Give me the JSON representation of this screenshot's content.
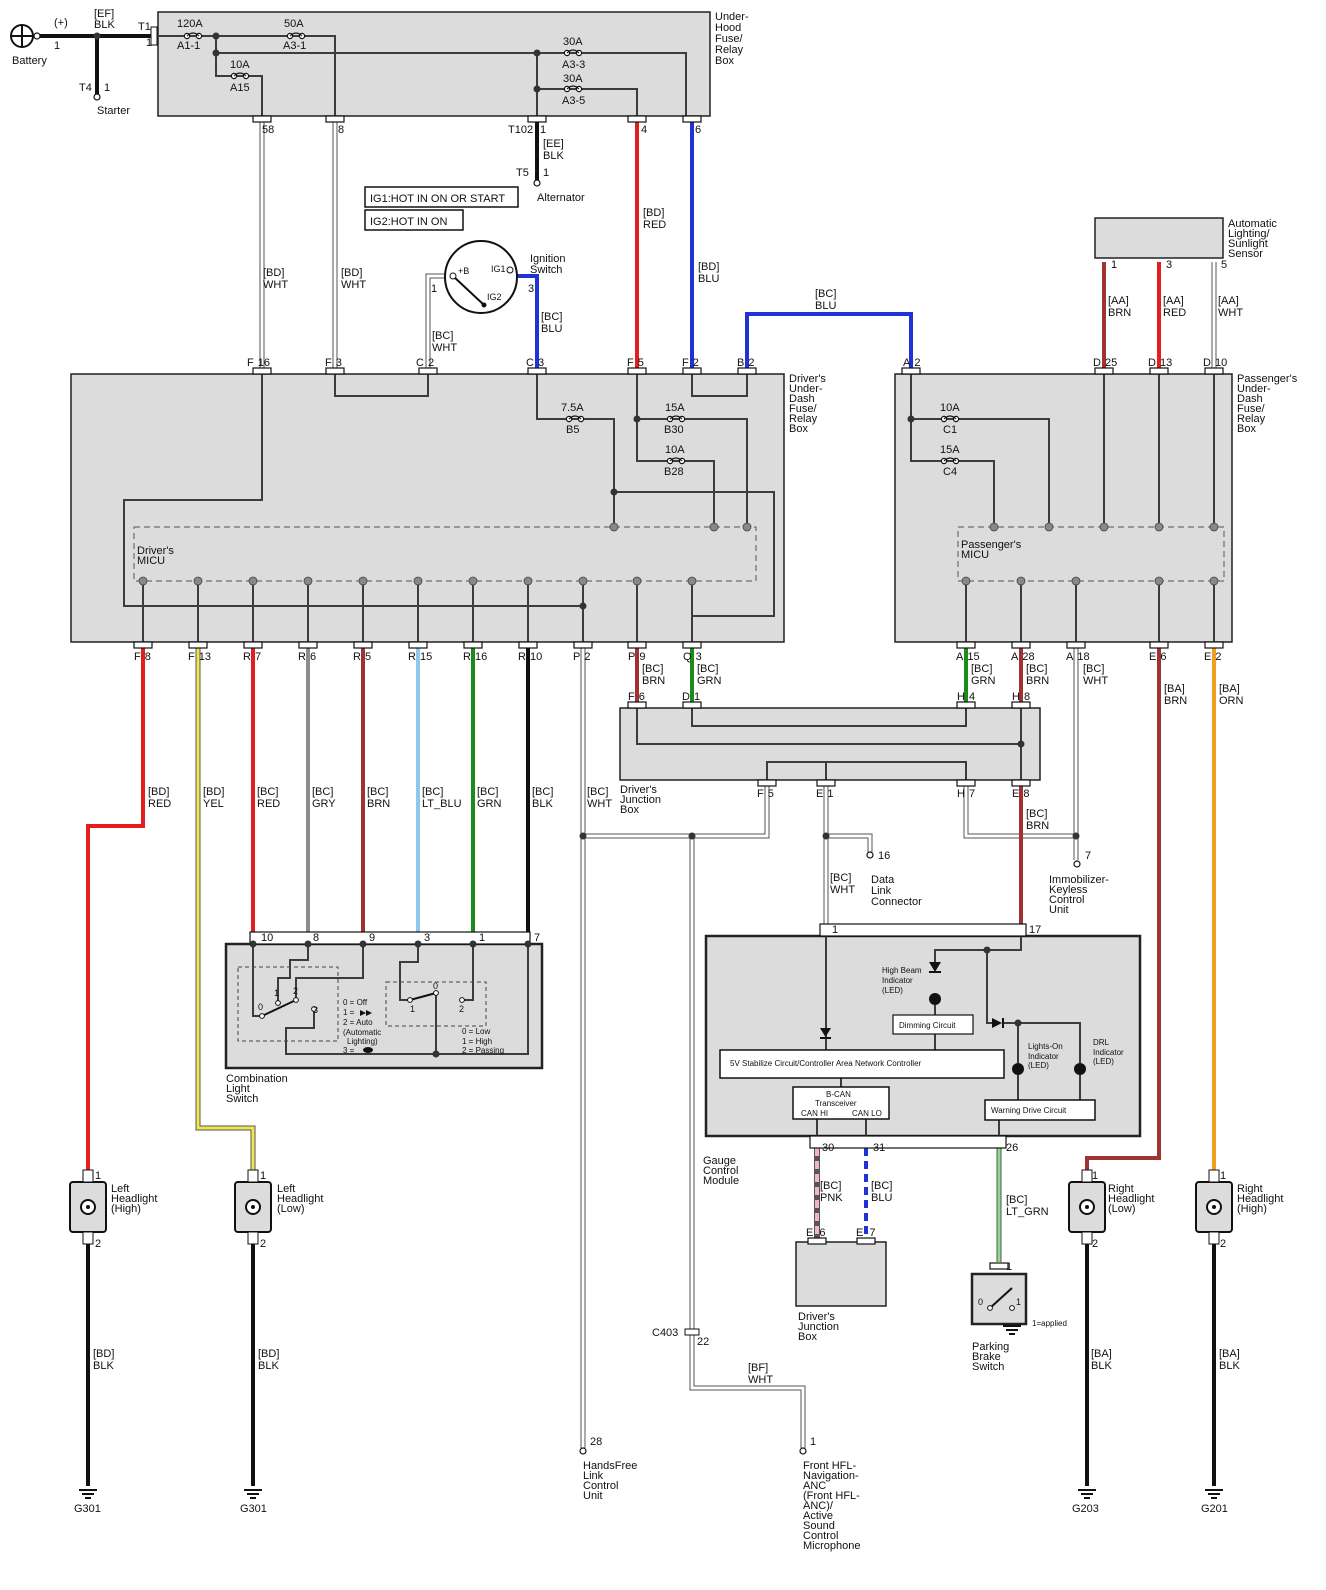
{
  "colors": {
    "RED": "#e41e1e",
    "BLU": "#1e32d8",
    "GRN": "#1a8c1a",
    "BRN": "#a03232",
    "YEL": "#f0e650",
    "GRY": "#8c8c8c",
    "LT_BLU": "#8ec8ea",
    "BLK": "#111111",
    "WHT": "#ffffff",
    "ORN": "#f0a020",
    "PNK": "#f4b4c8",
    "LT_GRN": "#8edc8e",
    "box_fill": "#dcdcdc"
  },
  "legend": {
    "ig1": "IG1:HOT IN ON OR START",
    "ig2": "IG2:HOT IN ON"
  },
  "battery": {
    "label": "Battery",
    "plus": "(+)",
    "pin": "1",
    "wire": [
      "[EF]",
      "BLK"
    ]
  },
  "starter": {
    "label": "Starter",
    "conn": "T4",
    "pin": "1"
  },
  "underhood": {
    "label": [
      "Under-",
      "Hood",
      "Fuse/",
      "Relay",
      "Box"
    ],
    "input": {
      "conn": "T1",
      "pin": "1"
    },
    "fuses": [
      {
        "amps": "120A",
        "id": "A1-1"
      },
      {
        "amps": "50A",
        "id": "A3-1"
      },
      {
        "amps": "10A",
        "id": "A15"
      },
      {
        "amps": "30A",
        "id": "A3-3"
      },
      {
        "amps": "30A",
        "id": "A3-5"
      }
    ],
    "pins": [
      "58",
      "8",
      "1",
      "4",
      "6"
    ],
    "t102": "T102"
  },
  "alternator": {
    "label": "Alternator",
    "conn": "T5",
    "pin": "1",
    "wire": [
      "[EE]",
      "BLK"
    ]
  },
  "ignition": {
    "label": [
      "Ignition",
      "Switch"
    ],
    "b": "+B",
    "ig1": "IG1",
    "ig2": "IG2",
    "pin1": "1",
    "pin3": "3"
  },
  "auto_sensor": {
    "label": [
      "Automatic",
      "Lighting/",
      "Sunlight",
      "Sensor"
    ],
    "pins": [
      "1",
      "3",
      "5"
    ]
  },
  "driver_box": {
    "label": [
      "Driver's",
      "Under-",
      "Dash",
      "Fuse/",
      "Relay",
      "Box"
    ],
    "micu": [
      "Driver's",
      "MICU"
    ],
    "top_pins": [
      {
        "conn": "F",
        "num": "16"
      },
      {
        "conn": "F",
        "num": "3"
      },
      {
        "conn": "C",
        "num": "2"
      },
      {
        "conn": "C",
        "num": "3"
      },
      {
        "conn": "F",
        "num": "5"
      },
      {
        "conn": "F",
        "num": "2"
      },
      {
        "conn": "B",
        "num": "2"
      }
    ],
    "fuses": [
      {
        "amps": "7.5A",
        "id": "B5"
      },
      {
        "amps": "15A",
        "id": "B30"
      },
      {
        "amps": "10A",
        "id": "B28"
      }
    ],
    "bottom_pins": [
      {
        "conn": "F",
        "num": "8"
      },
      {
        "conn": "F",
        "num": "13"
      },
      {
        "conn": "R",
        "num": "7"
      },
      {
        "conn": "R",
        "num": "6"
      },
      {
        "conn": "R",
        "num": "5"
      },
      {
        "conn": "R",
        "num": "15"
      },
      {
        "conn": "R",
        "num": "16"
      },
      {
        "conn": "R",
        "num": "10"
      },
      {
        "conn": "P",
        "num": "2"
      },
      {
        "conn": "P",
        "num": "9"
      },
      {
        "conn": "Q",
        "num": "3"
      }
    ]
  },
  "passenger_box": {
    "label": [
      "Passenger's",
      "Under-",
      "Dash",
      "Fuse/",
      "Relay",
      "Box"
    ],
    "micu": [
      "Passenger's",
      "MICU"
    ],
    "top_pins": [
      {
        "conn": "A",
        "num": "2"
      },
      {
        "conn": "D",
        "num": "25"
      },
      {
        "conn": "D",
        "num": "13"
      },
      {
        "conn": "D",
        "num": "10"
      }
    ],
    "fuses": [
      {
        "amps": "10A",
        "id": "C1"
      },
      {
        "amps": "15A",
        "id": "C4"
      }
    ],
    "bottom_pins": [
      {
        "conn": "A",
        "num": "15"
      },
      {
        "conn": "A",
        "num": "28"
      },
      {
        "conn": "A",
        "num": "18"
      },
      {
        "conn": "E",
        "num": "6"
      },
      {
        "conn": "E",
        "num": "2"
      }
    ]
  },
  "wires": {
    "w58": [
      "[BD]",
      "WHT"
    ],
    "w8": [
      "[BD]",
      "WHT"
    ],
    "w4": [
      "[BD]",
      "RED"
    ],
    "w6": [
      "[BD]",
      "BLU"
    ],
    "ign1": [
      "[BC]",
      "WHT"
    ],
    "ign3": [
      "[BC]",
      "BLU"
    ],
    "b2a2": [
      "[BC]",
      "BLU"
    ],
    "s1": [
      "[AA]",
      "BRN"
    ],
    "s3": [
      "[AA]",
      "RED"
    ],
    "s5": [
      "[AA]",
      "WHT"
    ],
    "f8": [
      "[BD]",
      "RED"
    ],
    "f13": [
      "[BD]",
      "YEL"
    ],
    "r7": [
      "[BC]",
      "RED"
    ],
    "r6": [
      "[BC]",
      "GRY"
    ],
    "r5": [
      "[BC]",
      "BRN"
    ],
    "r15": [
      "[BC]",
      "LT_BLU"
    ],
    "r16": [
      "[BC]",
      "GRN"
    ],
    "r10": [
      "[BC]",
      "BLK"
    ],
    "p2": [
      "[BC]",
      "WHT"
    ],
    "p9": [
      "[BC]",
      "BRN"
    ],
    "q3": [
      "[BC]",
      "GRN"
    ],
    "a15": [
      "[BC]",
      "GRN"
    ],
    "a28": [
      "[BC]",
      "BRN"
    ],
    "a18": [
      "[BC]",
      "WHT"
    ],
    "e6": [
      "[BA]",
      "BRN"
    ],
    "e2": [
      "[BA]",
      "ORN"
    ],
    "e1": [
      "[BC]",
      "WHT"
    ],
    "e8": [
      "[BC]",
      "BRN"
    ],
    "p30": [
      "[BC]",
      "PNK"
    ],
    "p31": [
      "[BC]",
      "BLU"
    ],
    "p26": [
      "[BC]",
      "LT_GRN"
    ],
    "bf": [
      "[BF]",
      "WHT"
    ],
    "g1": [
      "[BD]",
      "BLK"
    ],
    "g2": [
      "[BD]",
      "BLK"
    ],
    "g3": [
      "[BA]",
      "BLK"
    ],
    "g4": [
      "[BA]",
      "BLK"
    ]
  },
  "djb": {
    "label": [
      "Driver's",
      "Junction",
      "Box"
    ],
    "top_pins": [
      {
        "conn": "F",
        "num": "6"
      },
      {
        "conn": "D",
        "num": "1"
      },
      {
        "conn": "H",
        "num": "4"
      },
      {
        "conn": "H",
        "num": "8"
      }
    ],
    "bottom_pins": [
      {
        "conn": "F",
        "num": "5"
      },
      {
        "conn": "E",
        "num": "1"
      },
      {
        "conn": "H",
        "num": "7"
      },
      {
        "conn": "E",
        "num": "8"
      }
    ]
  },
  "dlc": {
    "label": [
      "Data",
      "Link",
      "Connector"
    ],
    "pin": "16"
  },
  "immobilizer": {
    "label": [
      "Immobilizer-",
      "Keyless",
      "Control",
      "Unit"
    ],
    "pin": "7"
  },
  "comb_switch": {
    "label": [
      "Combination",
      "Light",
      "Switch"
    ],
    "pins": [
      "10",
      "8",
      "9",
      "3",
      "1",
      "7"
    ],
    "legend1": [
      "0 = Off",
      "1 = ",
      "2 = Auto",
      "(Automatic",
      "Lighting)",
      "3 = "
    ],
    "legend2": [
      "0 = Low",
      "1 = High",
      "2 = Passing"
    ],
    "pos_a": [
      "0",
      "1",
      "2",
      "3"
    ],
    "pos_b": [
      "0",
      "1",
      "2"
    ]
  },
  "gauge": {
    "label": [
      "Gauge",
      "Control",
      "Module"
    ],
    "in_pins": [
      "1",
      "17"
    ],
    "out_pins": [
      "30",
      "31",
      "26"
    ],
    "high_beam": [
      "High Beam",
      "Indicator",
      "(LED)"
    ],
    "dimming": "Dimming Circuit",
    "stabilize": "5V Stabilize Circuit/Controller Area Network Controller",
    "bcan": [
      "B-CAN",
      "Transceiver"
    ],
    "can_hi": "CAN HI",
    "can_lo": "CAN LO",
    "lights_on": [
      "Lights-On",
      "Indicator",
      "(LED)"
    ],
    "drl": [
      "DRL",
      "Indicator",
      "(LED)"
    ],
    "warning": "Warning Drive Circuit"
  },
  "djb2": {
    "label": [
      "Driver's",
      "Junction",
      "Box"
    ],
    "pins": [
      {
        "conn": "E",
        "num": "6"
      },
      {
        "conn": "E",
        "num": "7"
      }
    ]
  },
  "parking": {
    "label": [
      "Parking",
      "Brake",
      "Switch"
    ],
    "pin": "1",
    "note": "1=applied",
    "pos": [
      "0",
      "1"
    ]
  },
  "c403": {
    "conn": "C403",
    "pin": "22"
  },
  "handsfree": {
    "label": [
      "HandsFree",
      "Link",
      "Control",
      "Unit"
    ],
    "pin": "28"
  },
  "hfl": {
    "label": [
      "Front HFL-",
      "Navigation-",
      "ANC",
      "(Front HFL-",
      "ANC)/",
      "Active",
      "Sound",
      "Control",
      "Microphone"
    ],
    "pin": "1"
  },
  "headlights": [
    {
      "label": [
        "Left",
        "Headlight",
        "(High)"
      ],
      "pins": [
        "1",
        "2"
      ],
      "ground": "G301"
    },
    {
      "label": [
        "Left",
        "Headlight",
        "(Low)"
      ],
      "pins": [
        "1",
        "2"
      ],
      "ground": "G301"
    },
    {
      "label": [
        "Right",
        "Headlight",
        "(Low)"
      ],
      "pins": [
        "1",
        "2"
      ],
      "ground": "G203"
    },
    {
      "label": [
        "Right",
        "Headlight",
        "(High)"
      ],
      "pins": [
        "1",
        "2"
      ],
      "ground": "G201"
    }
  ]
}
